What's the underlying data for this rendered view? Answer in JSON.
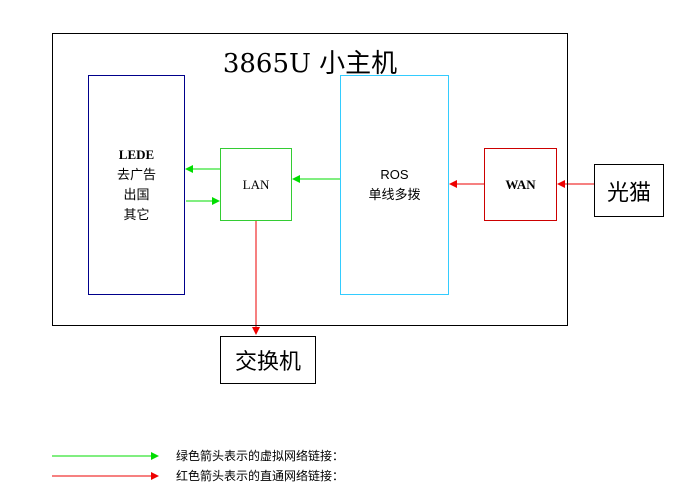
{
  "main_box": {
    "title": "3865U 小主机"
  },
  "lede": {
    "title": "LEDE",
    "lines": [
      "去广告",
      "出国",
      "其它"
    ],
    "border_color": "#00008b"
  },
  "lan": {
    "label": "LAN",
    "border_color": "#33cc33"
  },
  "ros": {
    "title": "ROS",
    "subtitle": "单线多拨",
    "border_color": "#33ccff"
  },
  "wan": {
    "label": "WAN",
    "border_color": "#cc0000"
  },
  "modem": {
    "label": "光猫"
  },
  "switch": {
    "label": "交换机"
  },
  "legend": [
    {
      "color": "#00dd00",
      "text": "绿色箭头表示的虚拟网络链接："
    },
    {
      "color": "#ee0000",
      "text": "红色箭头表示的直通网络链接："
    }
  ]
}
